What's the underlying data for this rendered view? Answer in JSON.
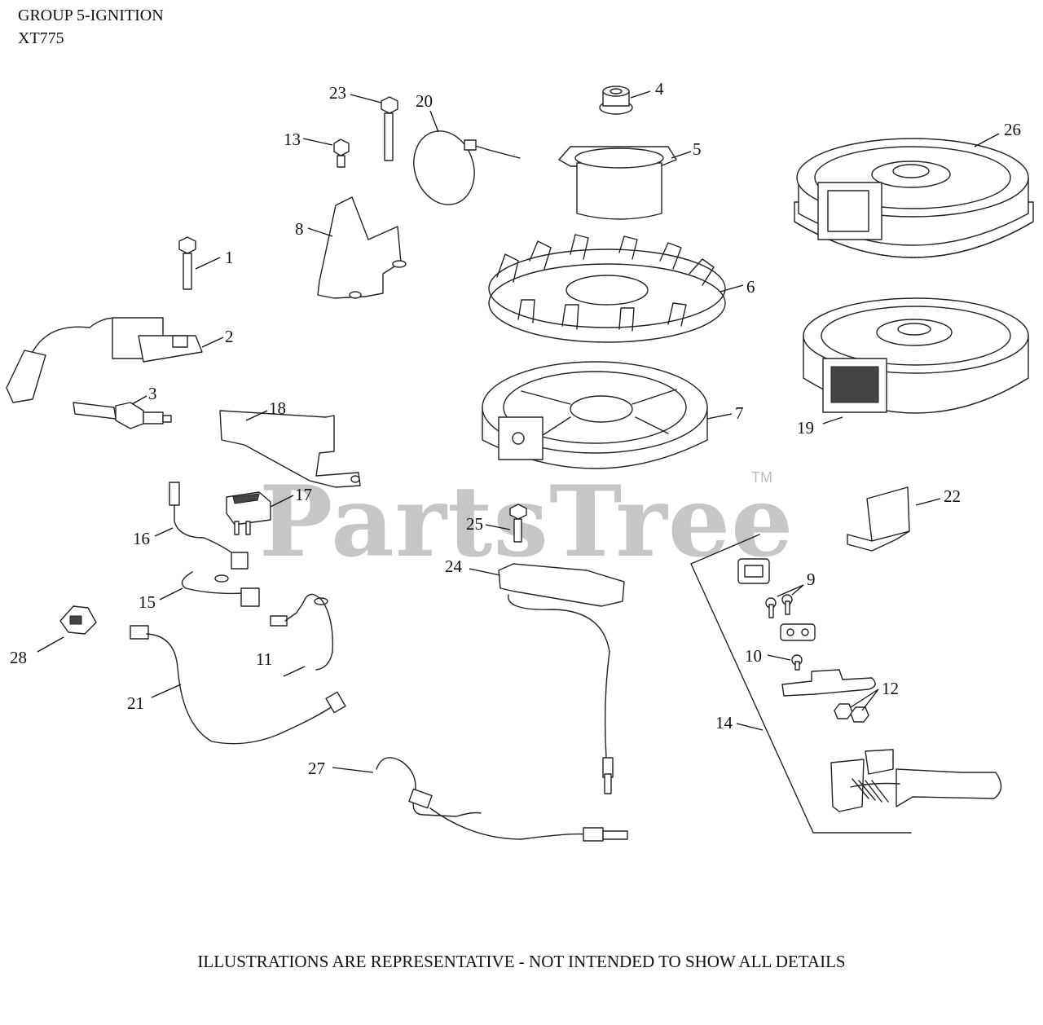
{
  "header": {
    "group": "GROUP 5-IGNITION",
    "model": "XT775"
  },
  "footer": "ILLUSTRATIONS ARE REPRESENTATIVE - NOT INTENDED TO SHOW ALL DETAILS",
  "watermark": {
    "text": "PartsTree",
    "tm": "TM"
  },
  "callouts": [
    "1",
    "2",
    "3",
    "4",
    "5",
    "6",
    "7",
    "8",
    "9",
    "10",
    "11",
    "12",
    "13",
    "14",
    "15",
    "16",
    "17",
    "18",
    "19",
    "20",
    "21",
    "22",
    "23",
    "24",
    "25",
    "26",
    "27",
    "28"
  ]
}
